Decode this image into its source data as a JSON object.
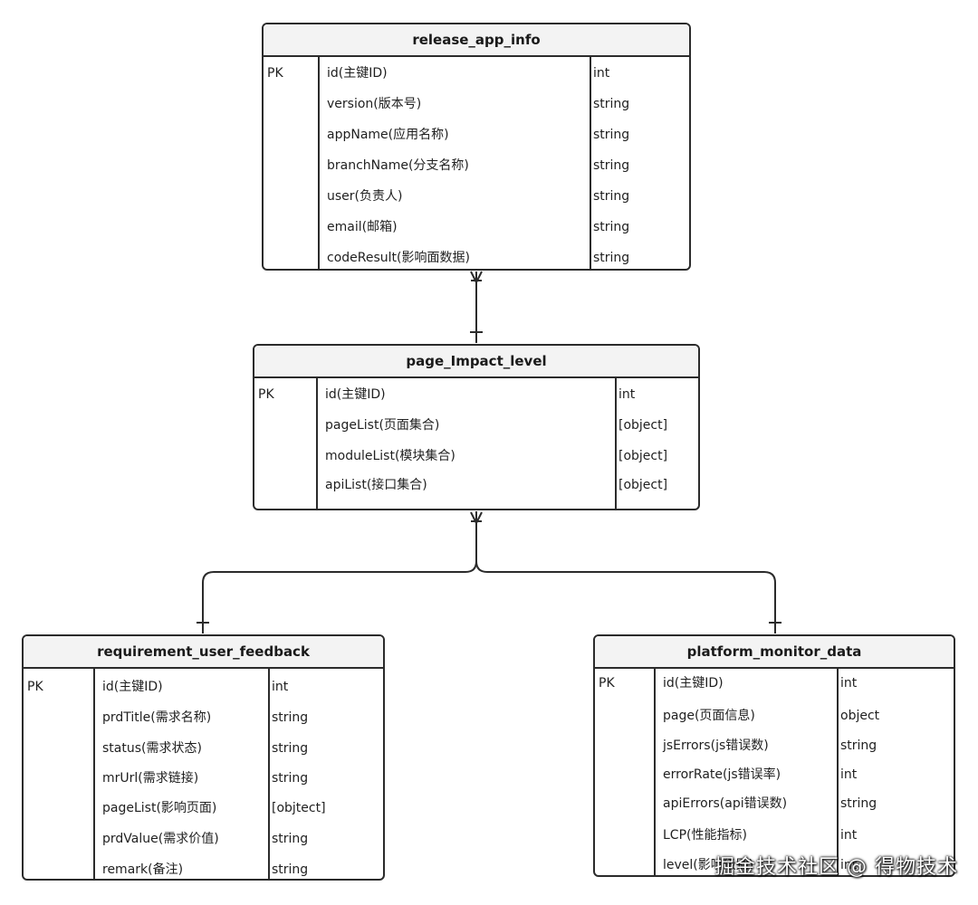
{
  "entities": [
    {
      "name": "release_app_info",
      "rows": [
        {
          "key": "PK",
          "field": "id(主键ID)",
          "type": "int"
        },
        {
          "key": "",
          "field": "version(版本号)",
          "type": "string"
        },
        {
          "key": "",
          "field": "appName(应用名称)",
          "type": "string"
        },
        {
          "key": "",
          "field": "branchName(分支名称)",
          "type": "string"
        },
        {
          "key": "",
          "field": "user(负责人)",
          "type": "string"
        },
        {
          "key": "",
          "field": "email(邮箱)",
          "type": "string"
        },
        {
          "key": "",
          "field": "codeResult(影响面数据)",
          "type": "string"
        }
      ]
    },
    {
      "name": "page_Impact_level",
      "rows": [
        {
          "key": "PK",
          "field": "id(主键ID)",
          "type": "int"
        },
        {
          "key": "",
          "field": "pageList(页面集合)",
          "type": "[object]"
        },
        {
          "key": "",
          "field": "moduleList(模块集合)",
          "type": "[object]"
        },
        {
          "key": "",
          "field": "apiList(接口集合)",
          "type": "[object]"
        }
      ]
    },
    {
      "name": "requirement_user_feedback",
      "rows": [
        {
          "key": "PK",
          "field": "id(主键ID)",
          "type": "int"
        },
        {
          "key": "",
          "field": "prdTitle(需求名称)",
          "type": "string"
        },
        {
          "key": "",
          "field": "status(需求状态)",
          "type": "string"
        },
        {
          "key": "",
          "field": "mrUrl(需求链接)",
          "type": "string"
        },
        {
          "key": "",
          "field": "pageList(影响页面)",
          "type": "[objtect]"
        },
        {
          "key": "",
          "field": "prdValue(需求价值)",
          "type": "string"
        },
        {
          "key": "",
          "field": "remark(备注)",
          "type": "string"
        }
      ]
    },
    {
      "name": "platform_monitor_data",
      "rows": [
        {
          "key": "PK",
          "field": "id(主键ID)",
          "type": "int"
        },
        {
          "key": "",
          "field": "page(页面信息)",
          "type": "object"
        },
        {
          "key": "",
          "field": "jsErrors(js错误数)",
          "type": "string"
        },
        {
          "key": "",
          "field": "errorRate(js错误率)",
          "type": "int"
        },
        {
          "key": "",
          "field": "apiErrors(api错误数)",
          "type": "string"
        },
        {
          "key": "",
          "field": "LCP(性能指标)",
          "type": "int"
        },
        {
          "key": "",
          "field": "level(影响级别)",
          "type": "int"
        }
      ]
    }
  ],
  "relationships": [
    {
      "from": "release_app_info",
      "to": "page_Impact_level",
      "from_cardinality": "many",
      "to_cardinality": "one"
    },
    {
      "from": "page_Impact_level",
      "to": "requirement_user_feedback",
      "from_cardinality": "many",
      "to_cardinality": "one"
    },
    {
      "from": "page_Impact_level",
      "to": "platform_monitor_data",
      "from_cardinality": "many",
      "to_cardinality": "one"
    }
  ],
  "watermark": "掘金技术社区 @ 得物技术",
  "colors": {
    "line": "#2b2b2b",
    "header_bg": "#f3f3f3",
    "background": "#ffffff"
  }
}
